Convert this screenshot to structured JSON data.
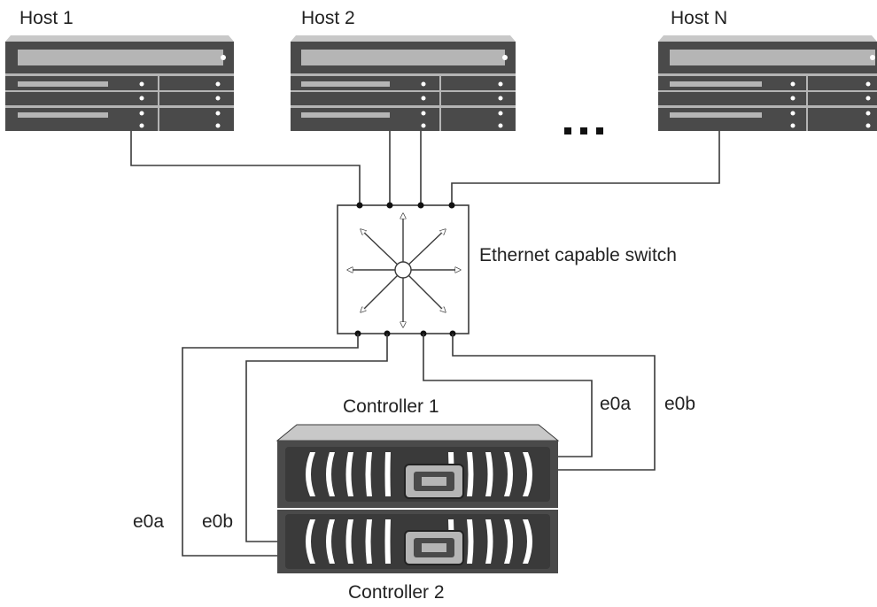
{
  "hosts": [
    {
      "label": "Host 1"
    },
    {
      "label": "Host 2"
    },
    {
      "label": "Host N"
    }
  ],
  "ellipsis": "...",
  "switch": {
    "label": "Ethernet capable switch"
  },
  "controllers": [
    {
      "label": "Controller 1",
      "ports": [
        "e0a",
        "e0b"
      ]
    },
    {
      "label": "Controller 2",
      "ports": [
        "e0a",
        "e0b"
      ]
    }
  ],
  "colors": {
    "chassis_dark": "#4a4a4a",
    "chassis_light": "#b5b5b5",
    "line": "#3a3a3a"
  }
}
